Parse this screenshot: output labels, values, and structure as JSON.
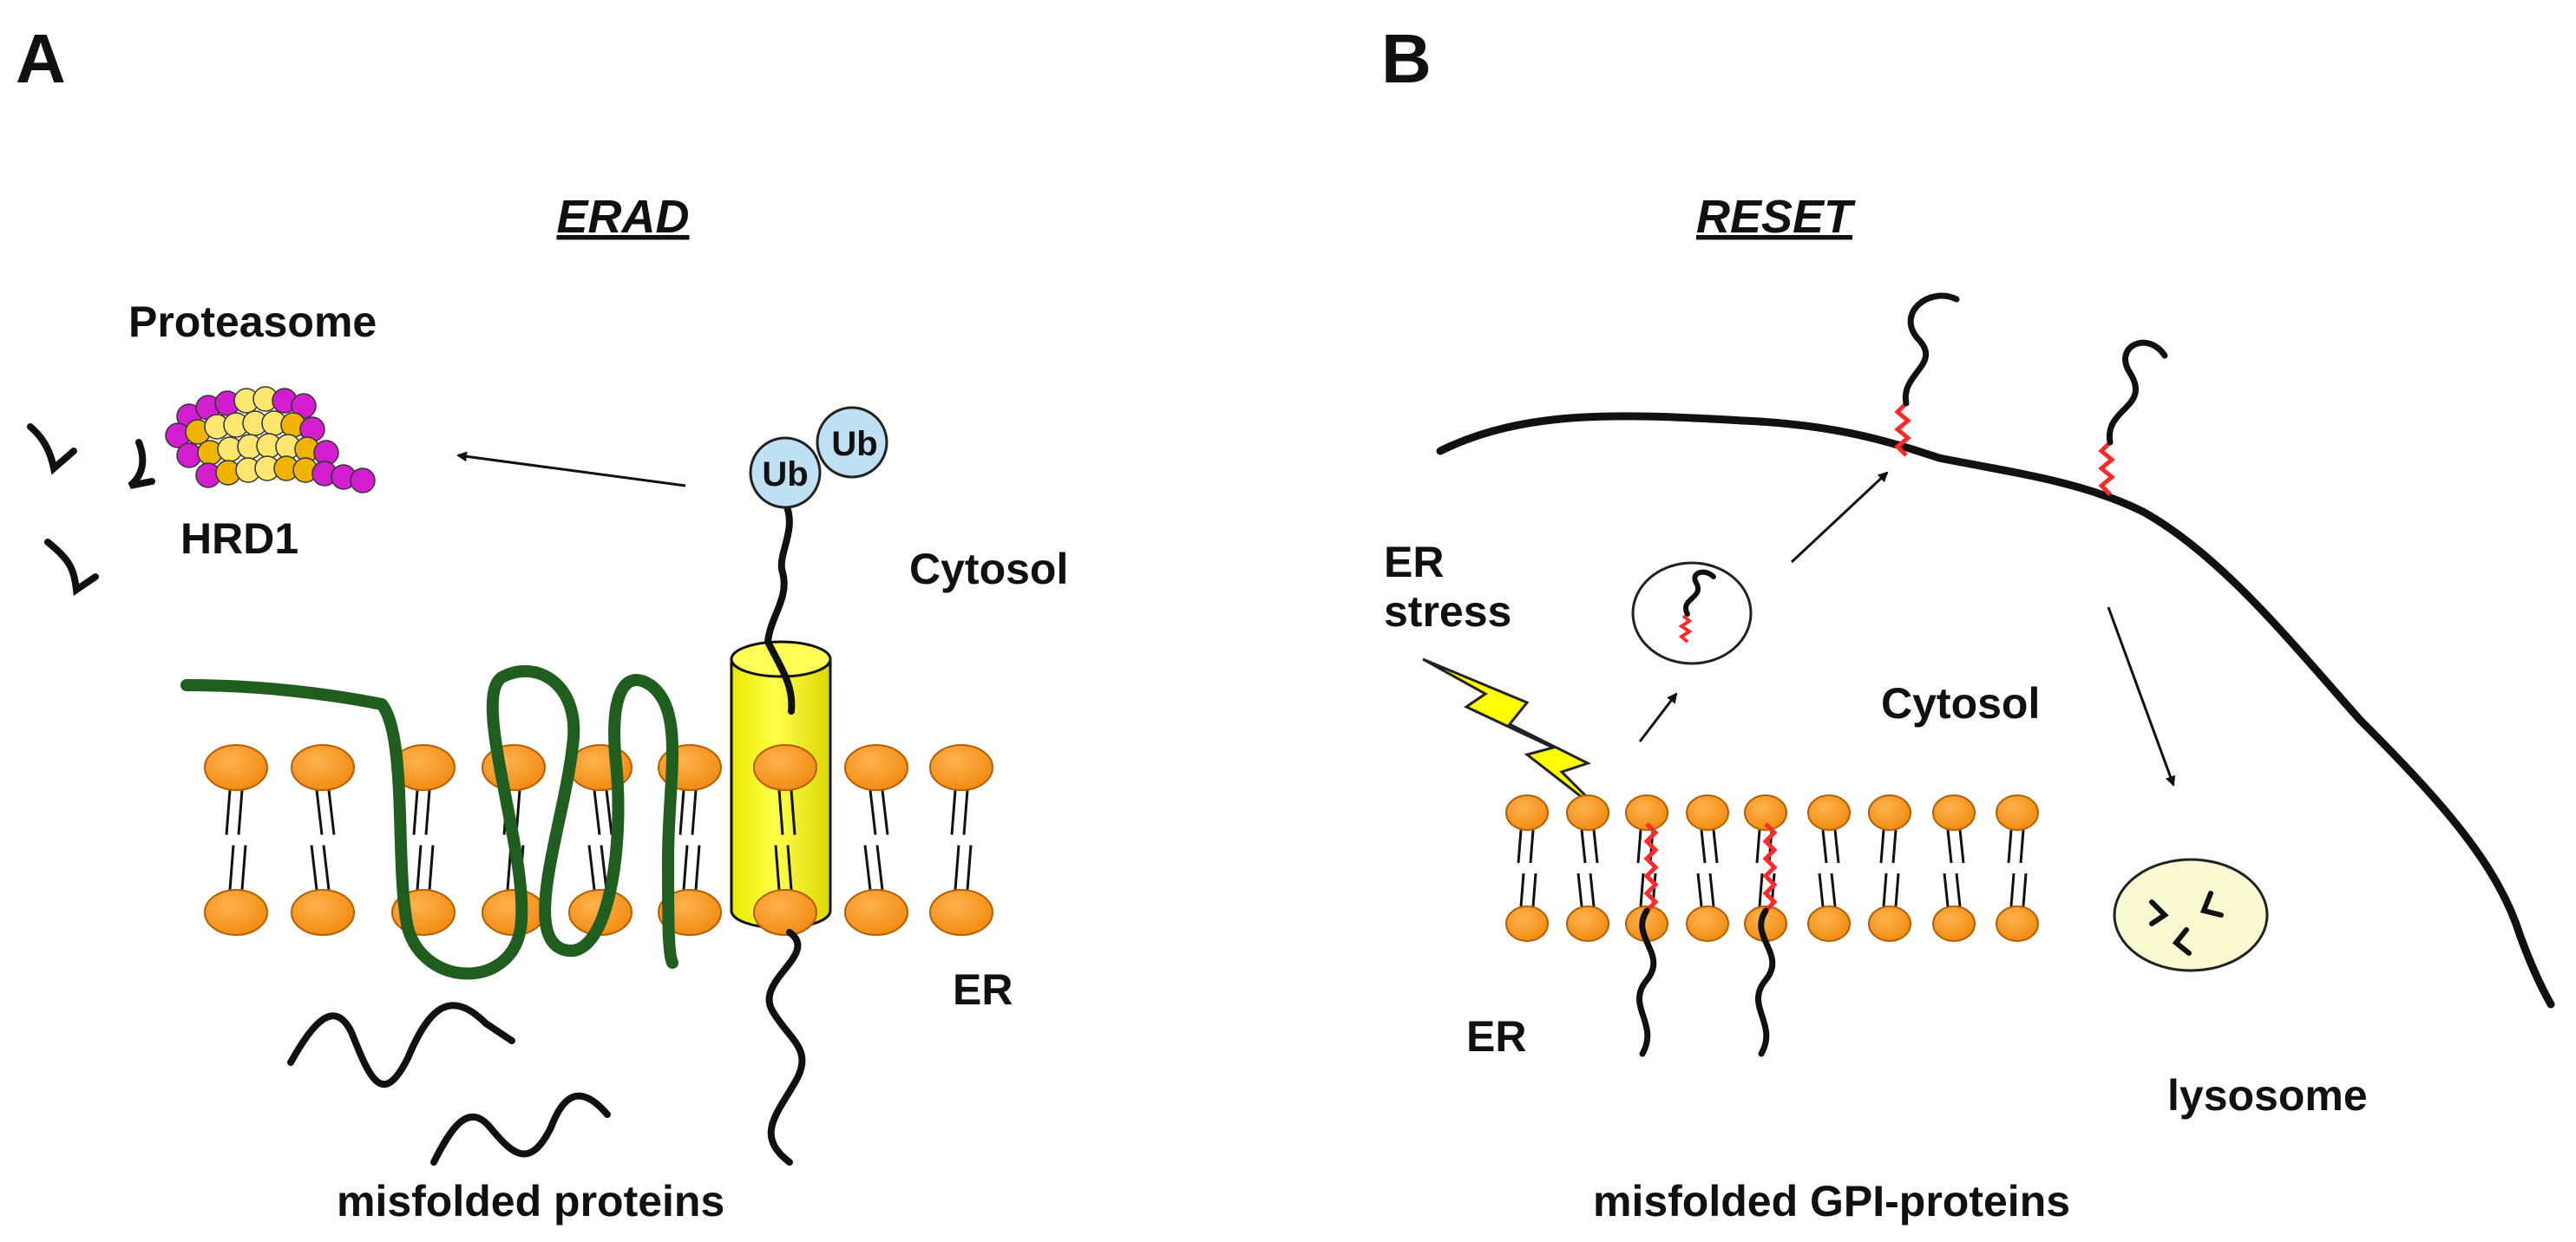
{
  "panel_a": {
    "letter": "A",
    "title": "ERAD",
    "labels": {
      "proteasome": "Proteasome",
      "hrd1": "HRD1",
      "cytosol": "Cytosol",
      "er": "ER",
      "ub1": "Ub",
      "ub2": "Ub",
      "misfolded": "misfolded proteins"
    }
  },
  "panel_b": {
    "letter": "B",
    "title": "RESET",
    "labels": {
      "er_stress_1": "ER",
      "er_stress_2": "stress",
      "cytosol": "Cytosol",
      "er": "ER",
      "lysosome": "lysosome",
      "misfolded": "misfolded GPI-proteins"
    }
  },
  "colors": {
    "lipid_head": "#f5921e",
    "lipid_head_stroke": "#b35f00",
    "hrd1": "#1f5e1f",
    "translocon": "#ffff2a",
    "ub_fill": "#bfe0f3",
    "gpi_anchor": "#ff2a2a",
    "proteasome_magenta": "#d21ecf",
    "proteasome_yellow": "#ffe66e",
    "proteasome_orange": "#f0b400",
    "lysosome_fill": "#fafad2",
    "lightning": "#ffff00"
  }
}
